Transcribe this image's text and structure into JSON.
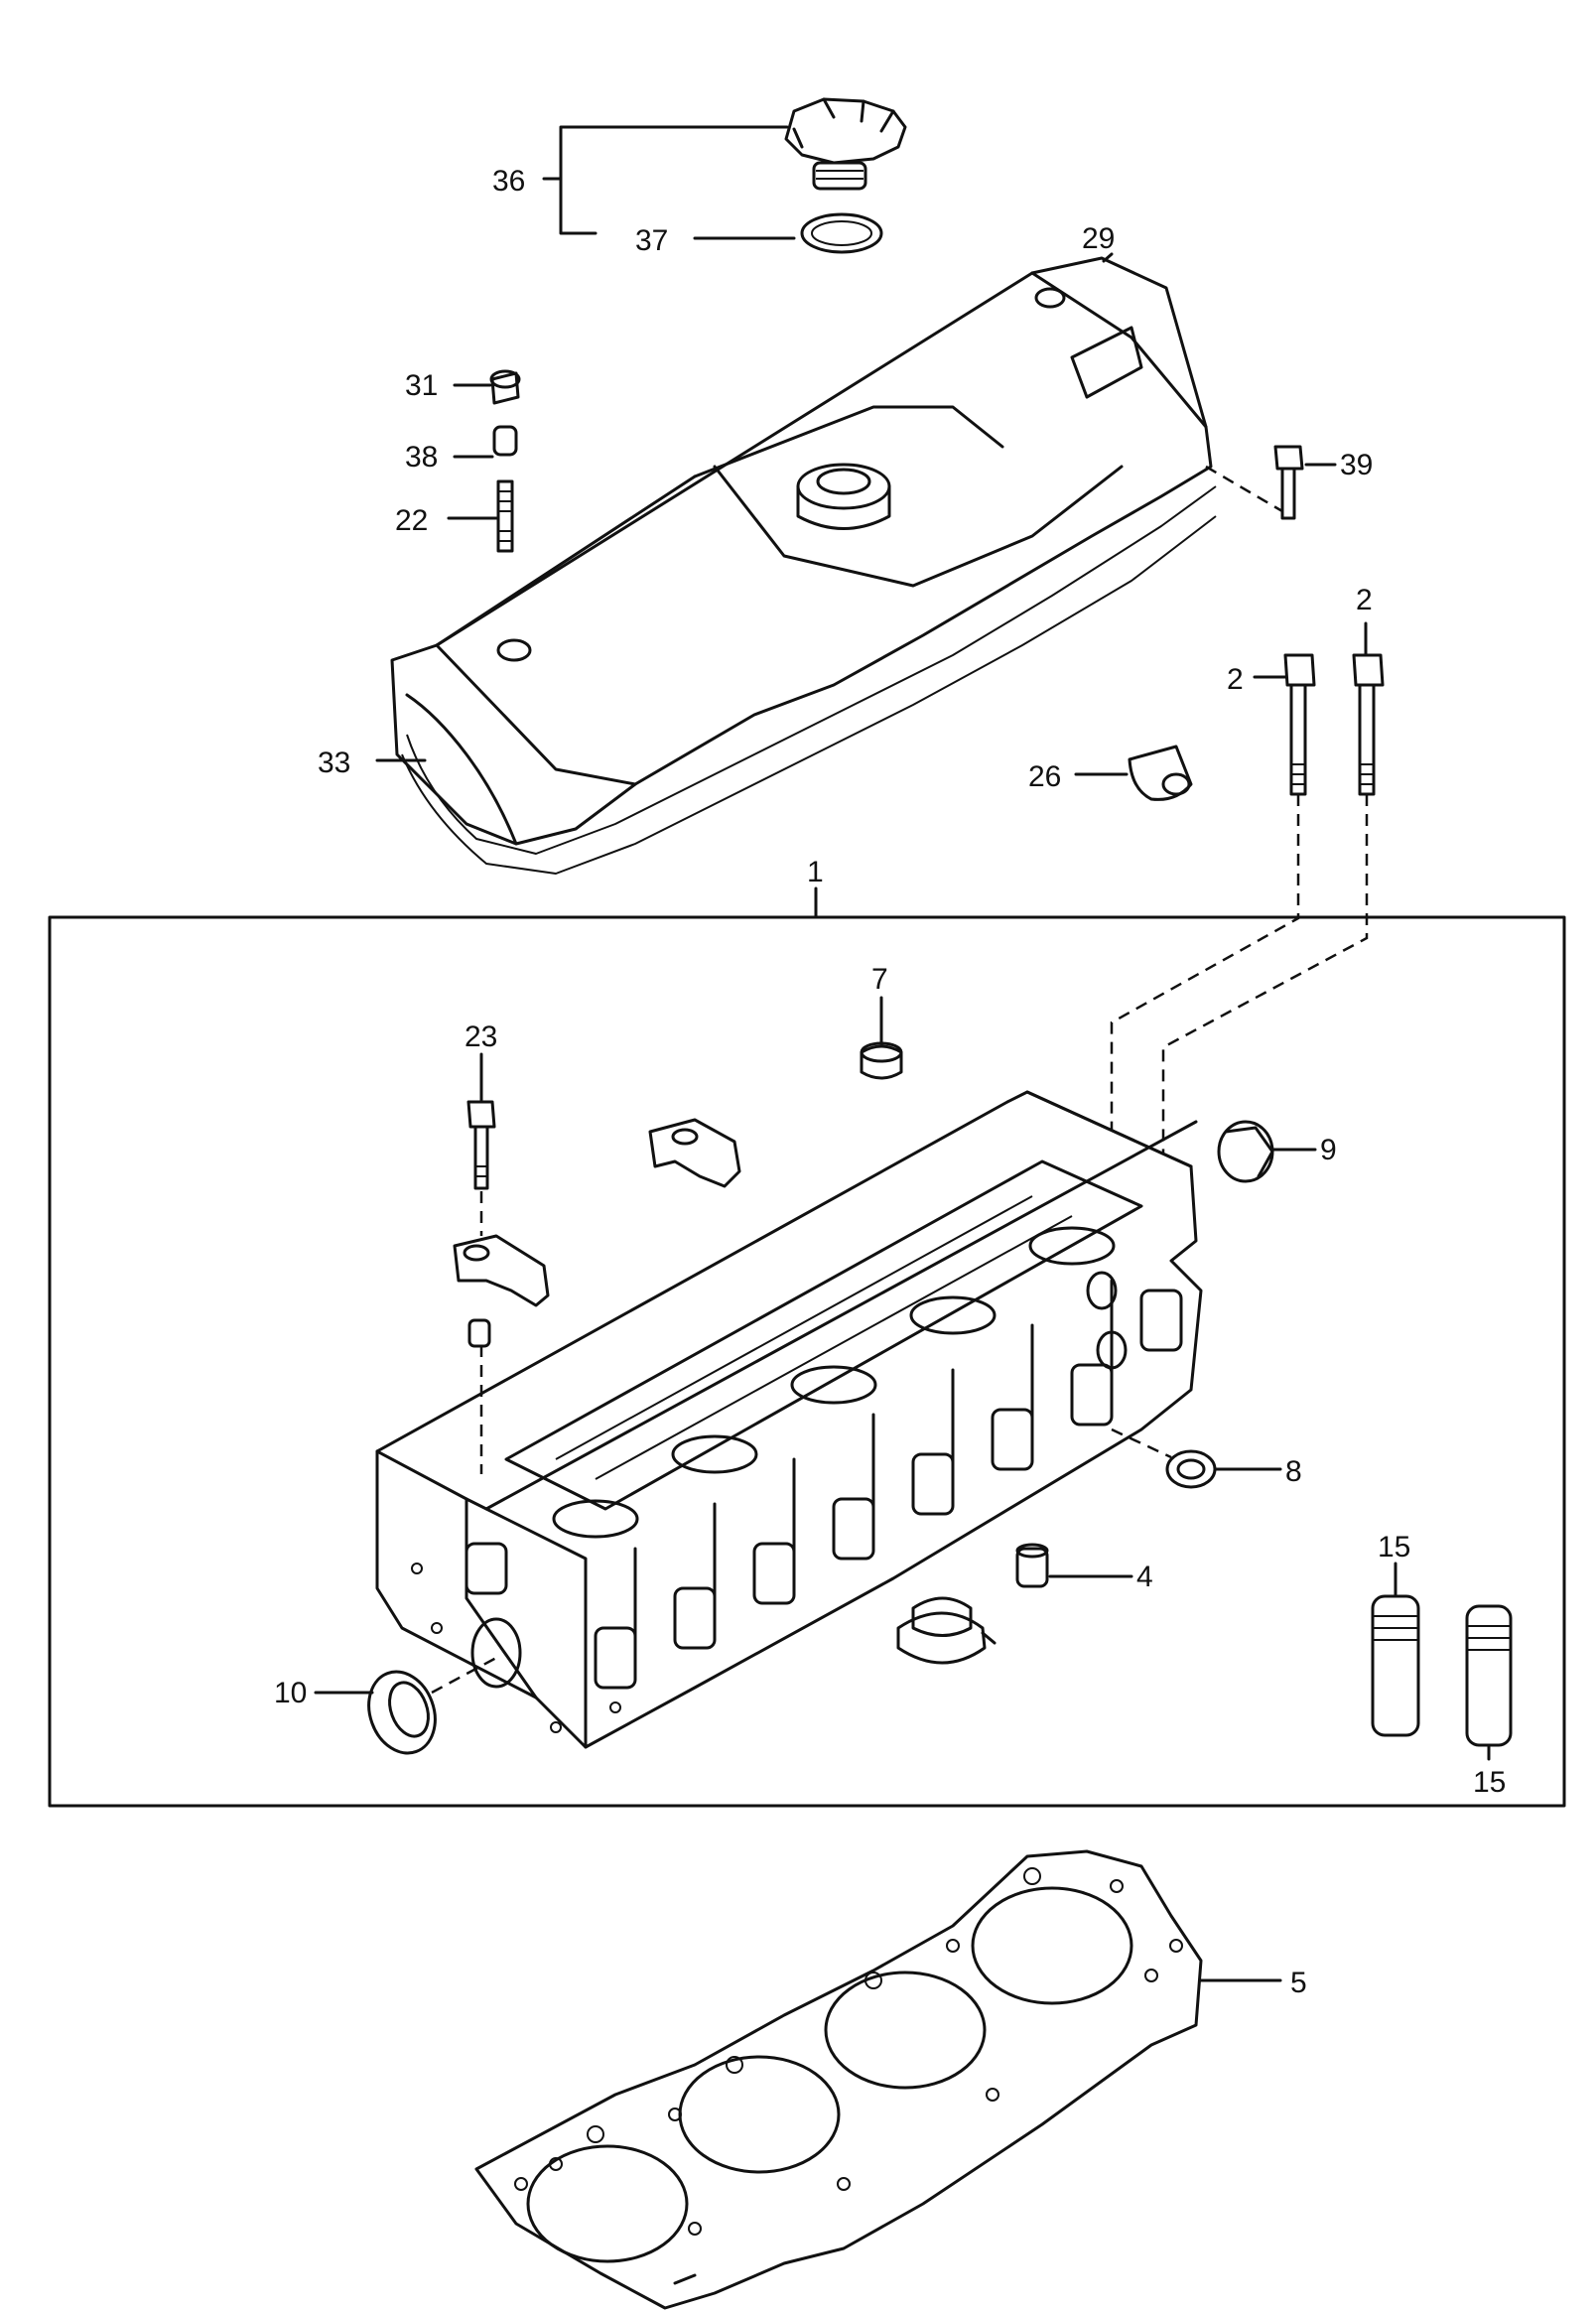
{
  "callouts": {
    "c36": "36",
    "c37": "37",
    "c29": "29",
    "c31": "31",
    "c38": "38",
    "c22": "22",
    "c39": "39",
    "c2a": "2",
    "c2b": "2",
    "c26": "26",
    "c33": "33",
    "c1": "1",
    "c7": "7",
    "c23": "23",
    "c9": "9",
    "c8": "8",
    "c15a": "15",
    "c4": "4",
    "c10": "10",
    "c15b": "15",
    "c5": "5"
  }
}
